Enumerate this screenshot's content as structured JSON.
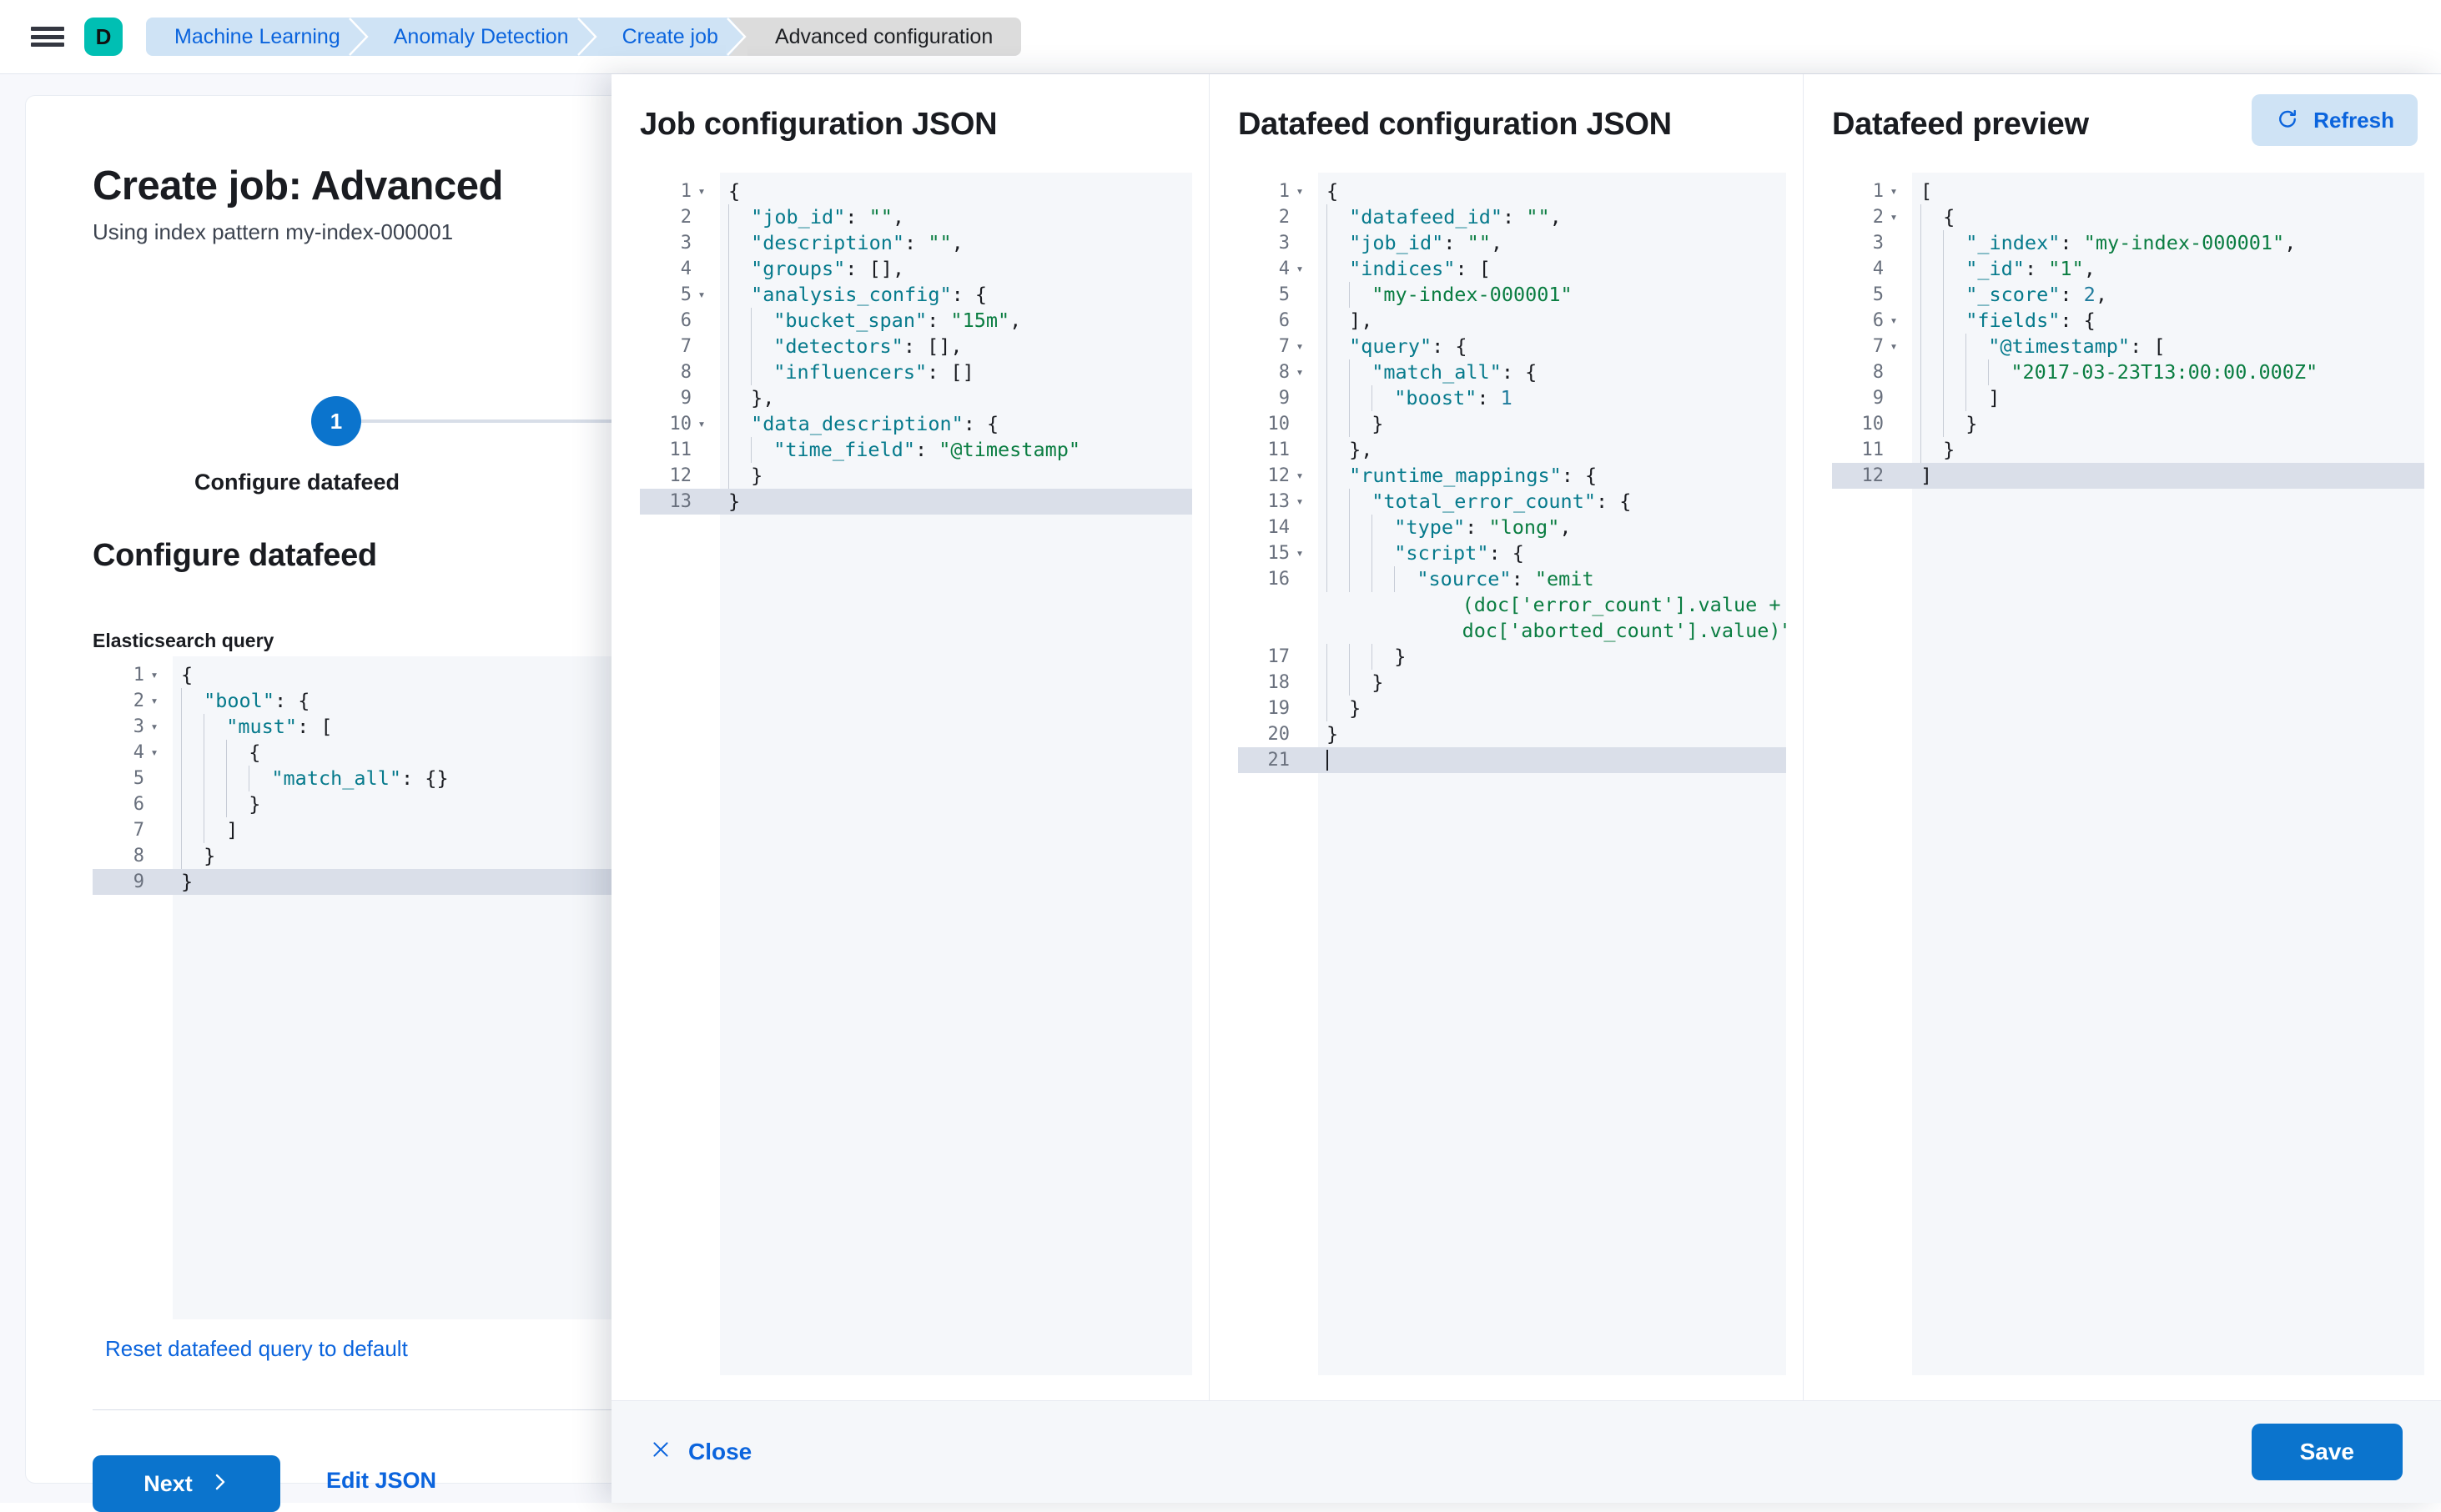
{
  "chrome": {
    "menu_icon": "hamburger-icon",
    "space_avatar_letter": "D",
    "breadcrumbs": [
      {
        "label": "Machine Learning",
        "current": false
      },
      {
        "label": "Anomaly Detection",
        "current": false
      },
      {
        "label": "Create job",
        "current": false
      },
      {
        "label": "Advanced configuration",
        "current": true
      }
    ]
  },
  "page": {
    "title": "Create job: Advanced",
    "subtitle": "Using index pattern my-index-000001",
    "step_number": "1",
    "step_label": "Configure datafeed",
    "section_title": "Configure datafeed",
    "query_label": "Elasticsearch query",
    "reset_link": "Reset datafeed query to default",
    "next_label": "Next",
    "next_icon": "chevron-right-icon",
    "edit_json_label": "Edit JSON"
  },
  "flyout": {
    "close_label": "Close",
    "close_icon": "close-x-icon",
    "save_label": "Save",
    "columns": {
      "job": {
        "title": "Job configuration JSON"
      },
      "datafeed": {
        "title": "Datafeed configuration JSON"
      },
      "preview": {
        "title": "Datafeed preview",
        "refresh_label": "Refresh",
        "refresh_icon": "refresh-icon"
      }
    }
  },
  "colors": {
    "primary": "#0b74cd",
    "link": "#0b64dd",
    "accent_teal": "#00bfb3",
    "breadcrumb_link_bg": "#cfe3f5",
    "breadcrumb_current_bg": "#dcdcdc",
    "editor_bg": "#f5f7fa",
    "active_line": "#dadfe9",
    "json_key": "#1e7b9c",
    "json_string": "#0a7d41"
  },
  "editors": {
    "elasticsearch_query": {
      "active_line": 9,
      "lines": [
        {
          "n": 1,
          "fold": true,
          "indent": 0,
          "tokens": [
            [
              "pun",
              "{"
            ]
          ]
        },
        {
          "n": 2,
          "fold": true,
          "indent": 1,
          "tokens": [
            [
              "key",
              "\"bool\""
            ],
            [
              "pun",
              ": {"
            ]
          ]
        },
        {
          "n": 3,
          "fold": true,
          "indent": 2,
          "tokens": [
            [
              "key",
              "\"must\""
            ],
            [
              "pun",
              ": ["
            ]
          ]
        },
        {
          "n": 4,
          "fold": true,
          "indent": 3,
          "tokens": [
            [
              "pun",
              "{"
            ]
          ]
        },
        {
          "n": 5,
          "fold": false,
          "indent": 4,
          "tokens": [
            [
              "key",
              "\"match_all\""
            ],
            [
              "pun",
              ": {}"
            ]
          ]
        },
        {
          "n": 6,
          "fold": false,
          "indent": 3,
          "tokens": [
            [
              "pun",
              "}"
            ]
          ]
        },
        {
          "n": 7,
          "fold": false,
          "indent": 2,
          "tokens": [
            [
              "pun",
              "]"
            ]
          ]
        },
        {
          "n": 8,
          "fold": false,
          "indent": 1,
          "tokens": [
            [
              "pun",
              "}"
            ]
          ]
        },
        {
          "n": 9,
          "fold": false,
          "indent": 0,
          "tokens": [
            [
              "pun",
              "}"
            ]
          ]
        }
      ]
    },
    "job_config": {
      "active_line": 13,
      "lines": [
        {
          "n": 1,
          "fold": true,
          "indent": 0,
          "tokens": [
            [
              "pun",
              "{"
            ]
          ]
        },
        {
          "n": 2,
          "fold": false,
          "indent": 1,
          "tokens": [
            [
              "key",
              "\"job_id\""
            ],
            [
              "pun",
              ": "
            ],
            [
              "str",
              "\"\""
            ],
            [
              "pun",
              ","
            ]
          ]
        },
        {
          "n": 3,
          "fold": false,
          "indent": 1,
          "tokens": [
            [
              "key",
              "\"description\""
            ],
            [
              "pun",
              ": "
            ],
            [
              "str",
              "\"\""
            ],
            [
              "pun",
              ","
            ]
          ]
        },
        {
          "n": 4,
          "fold": false,
          "indent": 1,
          "tokens": [
            [
              "key",
              "\"groups\""
            ],
            [
              "pun",
              ": [],"
            ]
          ]
        },
        {
          "n": 5,
          "fold": true,
          "indent": 1,
          "tokens": [
            [
              "key",
              "\"analysis_config\""
            ],
            [
              "pun",
              ": {"
            ]
          ]
        },
        {
          "n": 6,
          "fold": false,
          "indent": 2,
          "tokens": [
            [
              "key",
              "\"bucket_span\""
            ],
            [
              "pun",
              ": "
            ],
            [
              "str",
              "\"15m\""
            ],
            [
              "pun",
              ","
            ]
          ]
        },
        {
          "n": 7,
          "fold": false,
          "indent": 2,
          "tokens": [
            [
              "key",
              "\"detectors\""
            ],
            [
              "pun",
              ": [],"
            ]
          ]
        },
        {
          "n": 8,
          "fold": false,
          "indent": 2,
          "tokens": [
            [
              "key",
              "\"influencers\""
            ],
            [
              "pun",
              ": []"
            ]
          ]
        },
        {
          "n": 9,
          "fold": false,
          "indent": 1,
          "tokens": [
            [
              "pun",
              "},"
            ]
          ]
        },
        {
          "n": 10,
          "fold": true,
          "indent": 1,
          "tokens": [
            [
              "key",
              "\"data_description\""
            ],
            [
              "pun",
              ": {"
            ]
          ]
        },
        {
          "n": 11,
          "fold": false,
          "indent": 2,
          "tokens": [
            [
              "key",
              "\"time_field\""
            ],
            [
              "pun",
              ": "
            ],
            [
              "str",
              "\"@timestamp\""
            ]
          ]
        },
        {
          "n": 12,
          "fold": false,
          "indent": 1,
          "tokens": [
            [
              "pun",
              "}"
            ]
          ]
        },
        {
          "n": 13,
          "fold": false,
          "indent": 0,
          "tokens": [
            [
              "pun",
              "}"
            ]
          ]
        }
      ]
    },
    "datafeed_config": {
      "active_line": 21,
      "lines": [
        {
          "n": 1,
          "fold": true,
          "indent": 0,
          "tokens": [
            [
              "pun",
              "{"
            ]
          ]
        },
        {
          "n": 2,
          "fold": false,
          "indent": 1,
          "tokens": [
            [
              "key",
              "\"datafeed_id\""
            ],
            [
              "pun",
              ": "
            ],
            [
              "str",
              "\"\""
            ],
            [
              "pun",
              ","
            ]
          ]
        },
        {
          "n": 3,
          "fold": false,
          "indent": 1,
          "tokens": [
            [
              "key",
              "\"job_id\""
            ],
            [
              "pun",
              ": "
            ],
            [
              "str",
              "\"\""
            ],
            [
              "pun",
              ","
            ]
          ]
        },
        {
          "n": 4,
          "fold": true,
          "indent": 1,
          "tokens": [
            [
              "key",
              "\"indices\""
            ],
            [
              "pun",
              ": ["
            ]
          ]
        },
        {
          "n": 5,
          "fold": false,
          "indent": 2,
          "tokens": [
            [
              "str",
              "\"my-index-000001\""
            ]
          ]
        },
        {
          "n": 6,
          "fold": false,
          "indent": 1,
          "tokens": [
            [
              "pun",
              "],"
            ]
          ]
        },
        {
          "n": 7,
          "fold": true,
          "indent": 1,
          "tokens": [
            [
              "key",
              "\"query\""
            ],
            [
              "pun",
              ": {"
            ]
          ]
        },
        {
          "n": 8,
          "fold": true,
          "indent": 2,
          "tokens": [
            [
              "key",
              "\"match_all\""
            ],
            [
              "pun",
              ": {"
            ]
          ]
        },
        {
          "n": 9,
          "fold": false,
          "indent": 3,
          "tokens": [
            [
              "key",
              "\"boost\""
            ],
            [
              "pun",
              ": "
            ],
            [
              "num",
              "1"
            ]
          ]
        },
        {
          "n": 10,
          "fold": false,
          "indent": 2,
          "tokens": [
            [
              "pun",
              "}"
            ]
          ]
        },
        {
          "n": 11,
          "fold": false,
          "indent": 1,
          "tokens": [
            [
              "pun",
              "},"
            ]
          ]
        },
        {
          "n": 12,
          "fold": true,
          "indent": 1,
          "tokens": [
            [
              "key",
              "\"runtime_mappings\""
            ],
            [
              "pun",
              ": {"
            ]
          ]
        },
        {
          "n": 13,
          "fold": true,
          "indent": 2,
          "tokens": [
            [
              "key",
              "\"total_error_count\""
            ],
            [
              "pun",
              ": {"
            ]
          ]
        },
        {
          "n": 14,
          "fold": false,
          "indent": 3,
          "tokens": [
            [
              "key",
              "\"type\""
            ],
            [
              "pun",
              ": "
            ],
            [
              "str",
              "\"long\""
            ],
            [
              "pun",
              ","
            ]
          ]
        },
        {
          "n": 15,
          "fold": true,
          "indent": 3,
          "tokens": [
            [
              "key",
              "\"script\""
            ],
            [
              "pun",
              ": {"
            ]
          ]
        },
        {
          "n": 16,
          "fold": false,
          "indent": 4,
          "tokens": [
            [
              "key",
              "\"source\""
            ],
            [
              "pun",
              ": "
            ],
            [
              "str",
              "\"emit"
            ]
          ],
          "wrapped": [
            "(doc['error_count'].value +",
            "doc['aborted_count'].value)\""
          ],
          "wrap_indent": 6
        },
        {
          "n": 17,
          "fold": false,
          "indent": 3,
          "tokens": [
            [
              "pun",
              "}"
            ]
          ]
        },
        {
          "n": 18,
          "fold": false,
          "indent": 2,
          "tokens": [
            [
              "pun",
              "}"
            ]
          ]
        },
        {
          "n": 19,
          "fold": false,
          "indent": 1,
          "tokens": [
            [
              "pun",
              "}"
            ]
          ]
        },
        {
          "n": 20,
          "fold": false,
          "indent": 0,
          "tokens": [
            [
              "pun",
              "}"
            ]
          ]
        },
        {
          "n": 21,
          "fold": false,
          "indent": 0,
          "tokens": [
            [
              "caret",
              ""
            ]
          ]
        }
      ]
    },
    "datafeed_preview": {
      "active_line": 12,
      "lines": [
        {
          "n": 1,
          "fold": true,
          "indent": 0,
          "tokens": [
            [
              "pun",
              "["
            ]
          ]
        },
        {
          "n": 2,
          "fold": true,
          "indent": 1,
          "tokens": [
            [
              "pun",
              "{"
            ]
          ]
        },
        {
          "n": 3,
          "fold": false,
          "indent": 2,
          "tokens": [
            [
              "key",
              "\"_index\""
            ],
            [
              "pun",
              ": "
            ],
            [
              "str",
              "\"my-index-000001\""
            ],
            [
              "pun",
              ","
            ]
          ]
        },
        {
          "n": 4,
          "fold": false,
          "indent": 2,
          "tokens": [
            [
              "key",
              "\"_id\""
            ],
            [
              "pun",
              ": "
            ],
            [
              "str",
              "\"1\""
            ],
            [
              "pun",
              ","
            ]
          ]
        },
        {
          "n": 5,
          "fold": false,
          "indent": 2,
          "tokens": [
            [
              "key",
              "\"_score\""
            ],
            [
              "pun",
              ": "
            ],
            [
              "num",
              "2"
            ],
            [
              "pun",
              ","
            ]
          ]
        },
        {
          "n": 6,
          "fold": true,
          "indent": 2,
          "tokens": [
            [
              "key",
              "\"fields\""
            ],
            [
              "pun",
              ": {"
            ]
          ]
        },
        {
          "n": 7,
          "fold": true,
          "indent": 3,
          "tokens": [
            [
              "key",
              "\"@timestamp\""
            ],
            [
              "pun",
              ": ["
            ]
          ]
        },
        {
          "n": 8,
          "fold": false,
          "indent": 4,
          "tokens": [
            [
              "str",
              "\"2017-03-23T13:00:00.000Z\""
            ]
          ]
        },
        {
          "n": 9,
          "fold": false,
          "indent": 3,
          "tokens": [
            [
              "pun",
              "]"
            ]
          ]
        },
        {
          "n": 10,
          "fold": false,
          "indent": 2,
          "tokens": [
            [
              "pun",
              "}"
            ]
          ]
        },
        {
          "n": 11,
          "fold": false,
          "indent": 1,
          "tokens": [
            [
              "pun",
              "}"
            ]
          ]
        },
        {
          "n": 12,
          "fold": false,
          "indent": 0,
          "tokens": [
            [
              "pun",
              "]"
            ]
          ]
        }
      ]
    }
  }
}
